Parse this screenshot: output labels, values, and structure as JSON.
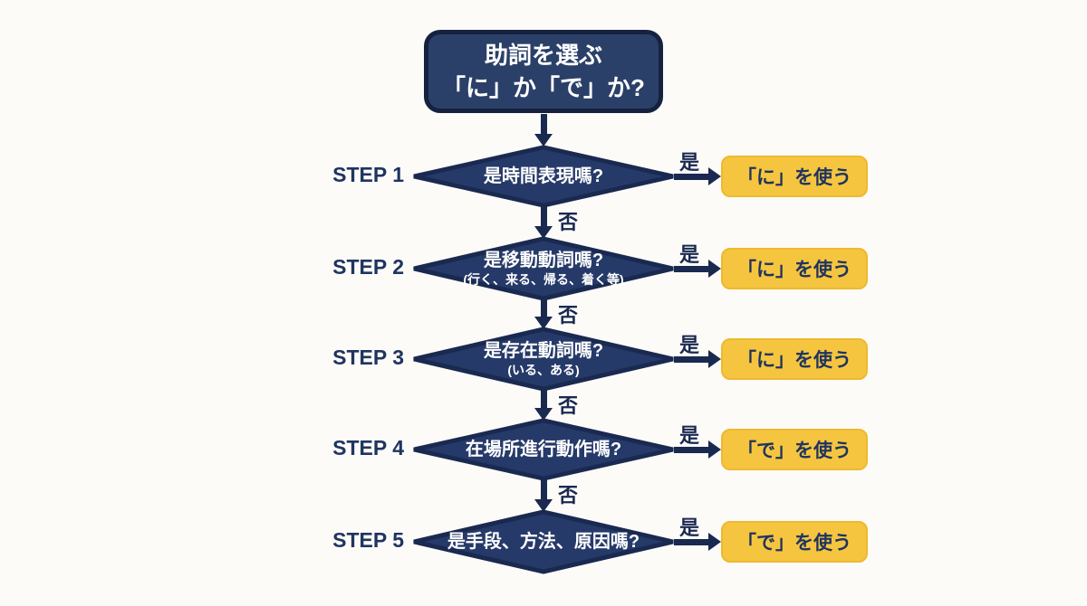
{
  "title": {
    "line1": "助詞を選ぶ",
    "line2": "「に」か「で」か?"
  },
  "steps": [
    {
      "step_label": "STEP 1",
      "question": "是時間表現嗎?",
      "yes_label": "是",
      "no_label": "否",
      "result": "「に」を使う"
    },
    {
      "step_label": "STEP 2",
      "question": "是移動動詞嗎?",
      "sub": "(行く、来る、帰る、着く等)",
      "yes_label": "是",
      "no_label": "否",
      "result": "「に」を使う"
    },
    {
      "step_label": "STEP 3",
      "question": "是存在動詞嗎?",
      "sub": "(いる、ある)",
      "yes_label": "是",
      "no_label": "否",
      "result": "「に」を使う"
    },
    {
      "step_label": "STEP 4",
      "question": "在場所進行動作嗎?",
      "yes_label": "是",
      "no_label": "否",
      "result": "「で」を使う"
    },
    {
      "step_label": "STEP 5",
      "question": "是手段、方法、原因嗎?",
      "yes_label": "是",
      "result": "「で」を使う"
    }
  ],
  "colors": {
    "background": "#fcfbf8",
    "node_fill": "#263a69",
    "node_border": "#1a2950",
    "title_fill": "#2b4068",
    "result_fill": "#f6c53f",
    "text_dark": "#1f3460",
    "text_light": "#ffffff"
  }
}
